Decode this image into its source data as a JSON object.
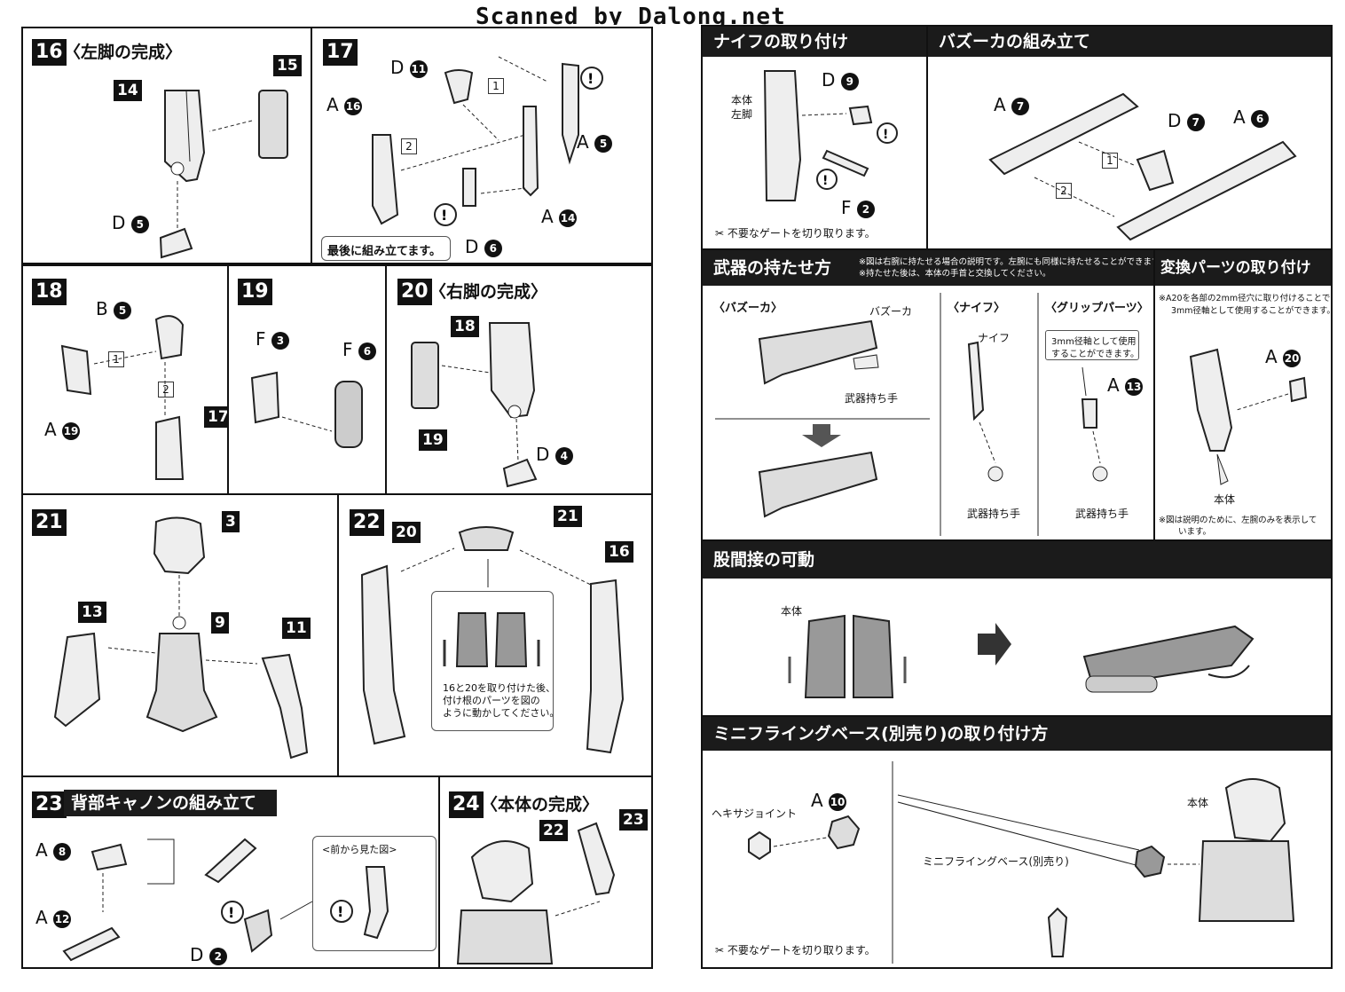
{
  "header": {
    "scan_credit": "Scanned by Dalong.net"
  },
  "steps": {
    "s16": {
      "num": "16",
      "title": "〈左脚の完成〉",
      "tag_a": "14",
      "tag_b": "15",
      "part_d": "D",
      "part_d_no": "5"
    },
    "s17": {
      "num": "17",
      "part_d": "D",
      "part_d_no1": "11",
      "part_a": "A",
      "part_a_no1": "16",
      "part_a_no2": "5",
      "part_a_no3": "14",
      "part_d_no2": "6",
      "order1": "1",
      "order2": "2",
      "note": "最後に組み立てます。"
    },
    "s18": {
      "num": "18",
      "part_b": "B",
      "part_b_no": "5",
      "part_a": "A",
      "part_a_no": "19",
      "tag": "17",
      "order1": "1",
      "order2": "2"
    },
    "s19": {
      "num": "19",
      "part_f": "F",
      "part_f_no1": "3",
      "part_f_no2": "6"
    },
    "s20": {
      "num": "20",
      "title": "〈右脚の完成〉",
      "tag_a": "18",
      "tag_b": "19",
      "part_d": "D",
      "part_d_no": "4"
    },
    "s21": {
      "num": "21",
      "tag_head": "3",
      "tag_body": "9",
      "tag_left": "13",
      "tag_right": "11"
    },
    "s22": {
      "num": "22",
      "tag_a": "20",
      "tag_b": "21",
      "tag_c": "16",
      "note_line1": "16と20を取り付けた後、",
      "note_line2": "付け根のパーツを図の",
      "note_line3": "ように動かしてください。"
    },
    "s23": {
      "num": "23",
      "title": "背部キャノンの組み立て",
      "part_a": "A",
      "part_a_no1": "8",
      "part_a_no2": "12",
      "part_d": "D",
      "part_d_no": "2",
      "front_view": "<前から見た図>"
    },
    "s24": {
      "num": "24",
      "title": "〈本体の完成〉",
      "tag_a": "22",
      "tag_b": "23"
    }
  },
  "right": {
    "knife_attach": {
      "title": "ナイフの取り付け",
      "body_label_1": "本体",
      "body_label_2": "左脚",
      "part_d": "D",
      "part_d_no": "9",
      "part_f": "F",
      "part_f_no": "2",
      "gate_note": "不要なゲートを切り取ります。"
    },
    "bazooka_build": {
      "title": "バズーカの組み立て",
      "part_a": "A",
      "part_a_no1": "7",
      "part_a_no2": "6",
      "part_d": "D",
      "part_d_no": "7",
      "order1": "1",
      "order2": "2"
    },
    "weapon_hold": {
      "title": "武器の持たせ方",
      "note1": "※図は右腕に持たせる場合の説明です。左腕にも同様に持たせることができます。",
      "note2": "※持たせた後は、本体の手首と交換してください。",
      "bazooka": {
        "head": "〈バズーカ〉",
        "label_weapon": "バズーカ",
        "label_hand": "武器持ち手"
      },
      "knife": {
        "head": "〈ナイフ〉",
        "label_weapon": "ナイフ",
        "label_hand": "武器持ち手"
      },
      "grip": {
        "head": "〈グリップパーツ〉",
        "note_line1": "3mm径軸として使用",
        "note_line2": "することができます。",
        "part_a": "A",
        "part_a_no": "13",
        "label_hand": "武器持ち手"
      }
    },
    "convert_parts": {
      "title": "変換パーツの取り付け",
      "note_line1": "※A20を各部の2mm径穴に取り付けることで",
      "note_line2": "3mm径軸として使用することができます。",
      "part_a": "A",
      "part_a_no": "20",
      "body_label": "本体",
      "foot_note_1": "※図は説明のために、左腕のみを表示して",
      "foot_note_2": "います。"
    },
    "hip_joint": {
      "title": "股間接の可動",
      "body_label": "本体"
    },
    "flying_base": {
      "title": "ミニフライングベース(別売り)の取り付け方",
      "hex_label": "ヘキサジョイント",
      "part_a": "A",
      "part_a_no": "10",
      "base_label": "ミニフライングベース(別売り)",
      "body_label": "本体",
      "gate_note": "不要なゲートを切り取ります。"
    }
  },
  "icons": {
    "caution": "!"
  }
}
